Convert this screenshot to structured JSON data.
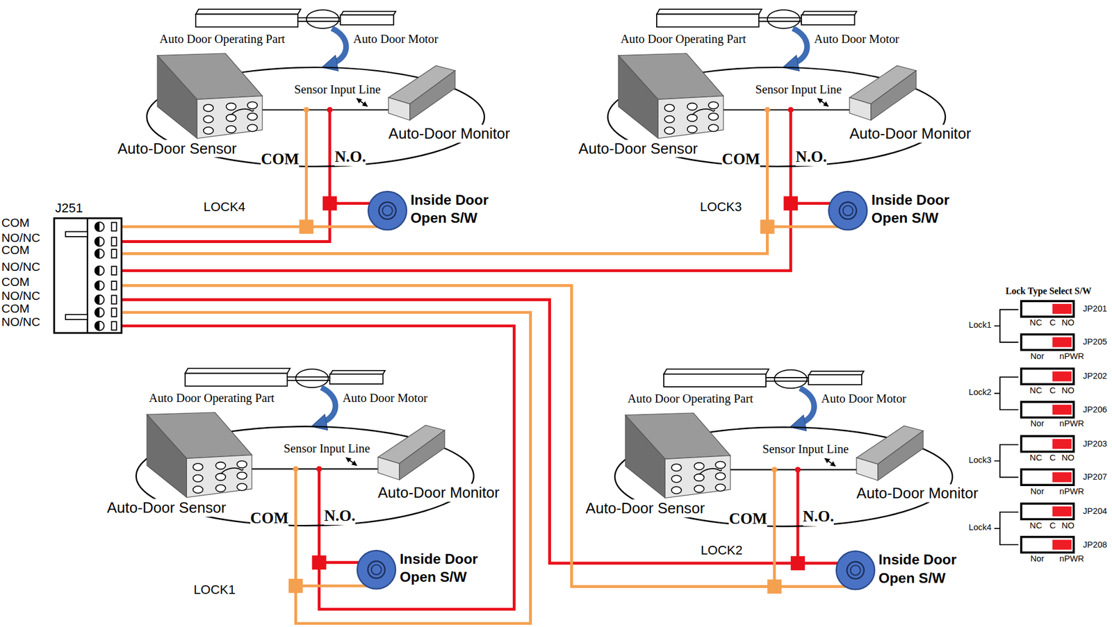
{
  "diagram": {
    "nodes": [
      {
        "text": [
          "Auto-Door Sensor"
        ]
      },
      {
        "text": [
          "Auto-Door Monitor"
        ]
      },
      {
        "text": [
          "Inside Door Open S/W"
        ]
      },
      {
        "text": [
          "Auto-Door Sensor"
        ]
      },
      {
        "text": [
          "Auto-Door Monitor"
        ]
      },
      {
        "text": [
          "Inside Door Open S/W"
        ]
      },
      {
        "text": [
          "J251"
        ]
      },
      {
        "text": [
          "Auto-Door Sensor"
        ]
      },
      {
        "text": [
          "Auto-Door Monitor"
        ]
      },
      {
        "text": [
          "Inside Door Open S/W"
        ]
      },
      {
        "text": [
          "Auto-Door Sensor"
        ]
      },
      {
        "text": [
          "Auto-Door Monitor"
        ]
      },
      {
        "text": [
          "Inside Door Open S/W"
        ]
      }
    ],
    "edges": [
      {
        "from": 0,
        "to": 1,
        "label": "Sensor Input Line",
        "arrow": "none"
      },
      {
        "from": 6,
        "to": 0,
        "arrow": "none"
      },
      {
        "from": 6,
        "to": 2,
        "arrow": "none"
      },
      {
        "from": 3,
        "to": 4,
        "label": "Sensor Input Line",
        "arrow": "none"
      },
      {
        "from": 6,
        "to": 3,
        "arrow": "none"
      },
      {
        "from": 6,
        "to": 5,
        "arrow": "none"
      },
      {
        "from": 7,
        "to": 8,
        "label": "Sensor Input Line",
        "arrow": "none"
      },
      {
        "from": 6,
        "to": 7,
        "arrow": "none"
      },
      {
        "from": 6,
        "to": 9,
        "arrow": "none"
      },
      {
        "from": 10,
        "to": 11,
        "label": "Sensor Input Line",
        "arrow": "none"
      },
      {
        "from": 6,
        "to": 10,
        "arrow": "none"
      },
      {
        "from": 6,
        "to": 12,
        "arrow": "none"
      }
    ],
    "labels": [
      "Auto Door Operating Part",
      "Auto Door Motor",
      "COM",
      "N.O.",
      "LOCK4",
      "Auto Door Operating Part",
      "Auto Door Motor",
      "COM",
      "N.O.",
      "LOCK3",
      "COM",
      "NO/NC",
      "COM",
      "NO/NC",
      "COM",
      "NO/NC",
      "COM",
      "NO/NC",
      "Lock Type Select S/W",
      "Lock1",
      "JP201",
      "NC",
      "C",
      "NO",
      "JP205",
      "Nor",
      "nPWR",
      "Lock2",
      "JP202",
      "NC",
      "C",
      "NO",
      "JP206",
      "Nor",
      "nPWR",
      "Lock3",
      "JP203",
      "NC",
      "C",
      "NO",
      "JP207",
      "Nor",
      "nPWR",
      "Lock4",
      "JP204",
      "NC",
      "C",
      "NO",
      "JP208",
      "Nor",
      "nPWR",
      "Auto Door Operating Part",
      "Auto Door Motor",
      "COM",
      "N.O.",
      "LOCK1",
      "Auto Door Operating Part",
      "Auto Door Motor",
      "COM",
      "N.O.",
      "LOCK2"
    ]
  }
}
